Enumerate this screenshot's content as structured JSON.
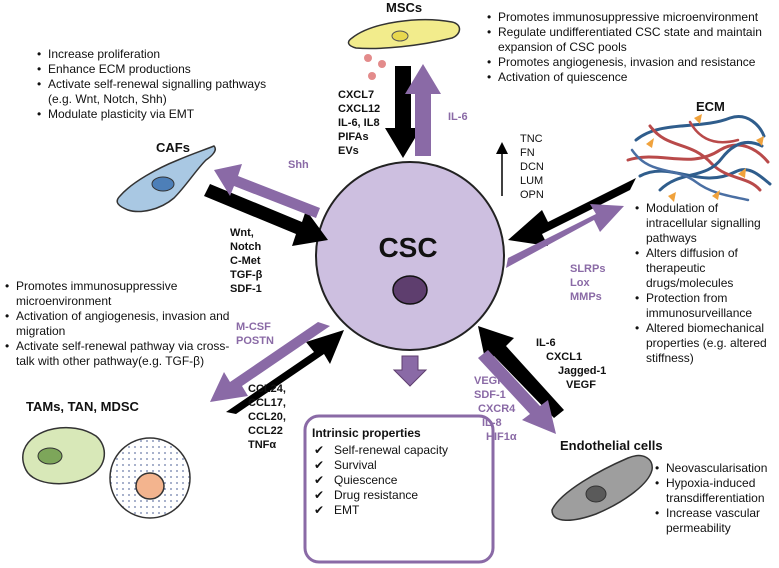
{
  "center": {
    "label": "CSC"
  },
  "nodes": {
    "mscs": "MSCs",
    "cafs": "CAFs",
    "ecm": "ECM",
    "tams": "TAMs, TAN, MDSC",
    "endothelial": "Endothelial cells"
  },
  "msc_effects": [
    "Promotes immunosuppressive microenvironment",
    "Regulate undifferentiated CSC state and maintain expansion of CSC pools",
    "Promotes angiogenesis, invasion and resistance",
    "Activation of quiescence"
  ],
  "caf_effects": [
    "Increase  proliferation",
    "Enhance ECM productions",
    "Activate self-renewal signalling pathways (e.g. Wnt, Notch, Shh)",
    "Modulate plasticity via EMT"
  ],
  "ecm_effects": [
    "Modulation of intracellular signalling pathways",
    "Alters  diffusion of therapeutic drugs/molecules",
    "Protection from immunosurveillance",
    "Altered biomechanical properties (e.g. altered stiffness)"
  ],
  "tam_effects": [
    "Promotes immunosuppressive microenvironment",
    "Activation of angiogenesis, invasion and migration",
    "Activate self-renewal  pathway via  cross-talk with other pathway(e.g. TGF-β)"
  ],
  "endo_effects": [
    "Neovascularisation",
    "Hypoxia-induced transdifferentiation",
    "Increase vascular permeability"
  ],
  "msc_to_csc": [
    "CXCL7",
    "CXCL12",
    "IL-6, IL8",
    "PIFAs",
    "EVs"
  ],
  "csc_to_msc": [
    "IL-6"
  ],
  "caf_to_csc": [
    "Wnt,",
    "Notch",
    "C-Met",
    "TGF-β",
    "SDF-1"
  ],
  "csc_to_caf": [
    "Shh"
  ],
  "ecm_components": [
    "TNC",
    "FN",
    "DCN",
    "LUM",
    "OPN"
  ],
  "csc_to_ecm": [
    "SLRPs",
    "Lox",
    "MMPs"
  ],
  "csc_to_tam": [
    "M-CSF",
    "POSTN"
  ],
  "tam_to_csc": [
    "CCL24,",
    "CCL17,",
    "CCL20,",
    "CCL22",
    "TNFα"
  ],
  "endo_to_csc": [
    "IL-6",
    "CXCL1",
    "Jagged-1",
    "VEGF"
  ],
  "csc_to_endo": [
    "VEGF",
    "SDF-1",
    "CXCR4",
    "IL-8",
    "HIF1α"
  ],
  "intrinsic": {
    "title": "Intrinsic properties",
    "items": [
      "Self-renewal capacity",
      "Survival",
      "Quiescence",
      "Drug resistance",
      "EMT"
    ]
  },
  "colors": {
    "purple": "#8a6aa6",
    "cell_fill": "#cdbfe0",
    "nucleus": "#5e3e6e",
    "msc_fill": "#f2ec8c",
    "caf_fill": "#a9c8e3",
    "tam_fill": "#d8e8b8",
    "endo_fill": "#9e9e9e"
  }
}
